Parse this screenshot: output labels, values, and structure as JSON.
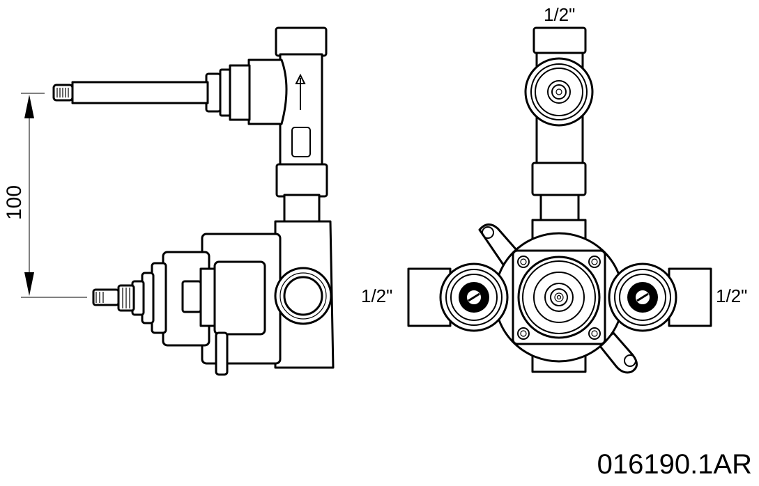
{
  "drawing": {
    "product_code": "016190.1AR",
    "side_view": {
      "dimension_label": "100"
    },
    "front_view": {
      "top_inlet_label": "1/2\"",
      "left_inlet_label": "1/2\"",
      "right_inlet_label": "1/2\""
    }
  },
  "colors": {
    "line": "#000000",
    "background": "#ffffff"
  }
}
